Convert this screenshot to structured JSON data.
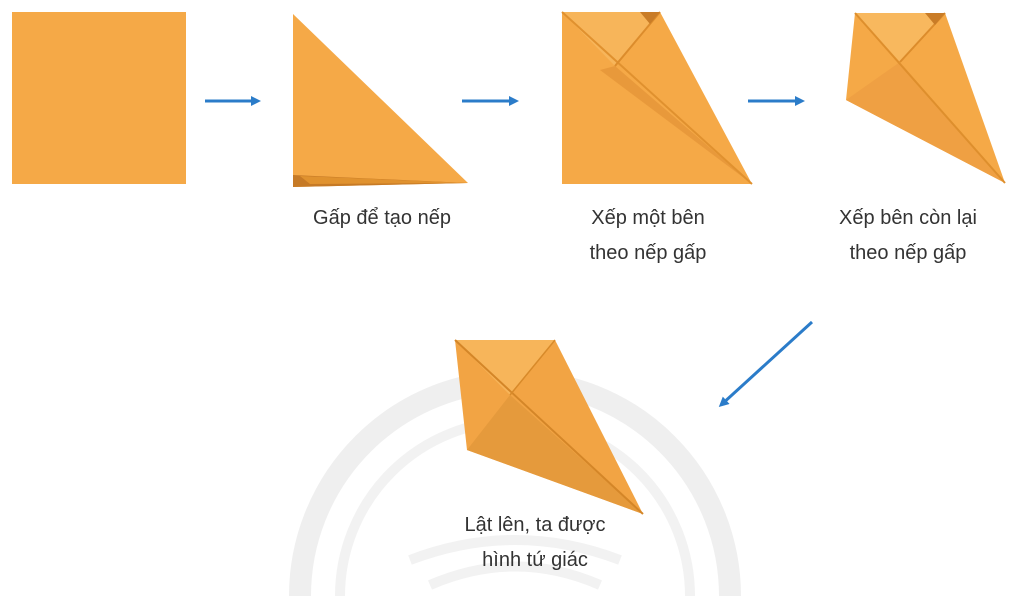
{
  "colors": {
    "paper": "#F5A947",
    "paper_light": "#F8B85E",
    "paper_dark": "#D8862A",
    "crease": "#E59A3C",
    "arrow": "#2B7CC9",
    "text": "#333333",
    "watermark": "#EDEDED"
  },
  "steps": [
    {
      "id": "square",
      "caption_lines": []
    },
    {
      "id": "fold-diagonal",
      "caption_lines": [
        "Gấp để tạo nếp"
      ]
    },
    {
      "id": "fold-one-side",
      "caption_lines": [
        "Xếp một bên",
        "theo nếp gấp"
      ]
    },
    {
      "id": "fold-other-side",
      "caption_lines": [
        "Xếp bên còn lại",
        "theo nếp gấp"
      ]
    },
    {
      "id": "flip-result",
      "caption_lines": [
        "Lật lên, ta được",
        "hình tứ giác"
      ]
    }
  ],
  "icons": {
    "arrow": "right-arrow-icon",
    "diagonal_arrow": "down-left-arrow-icon",
    "watermark": "logo-watermark"
  }
}
